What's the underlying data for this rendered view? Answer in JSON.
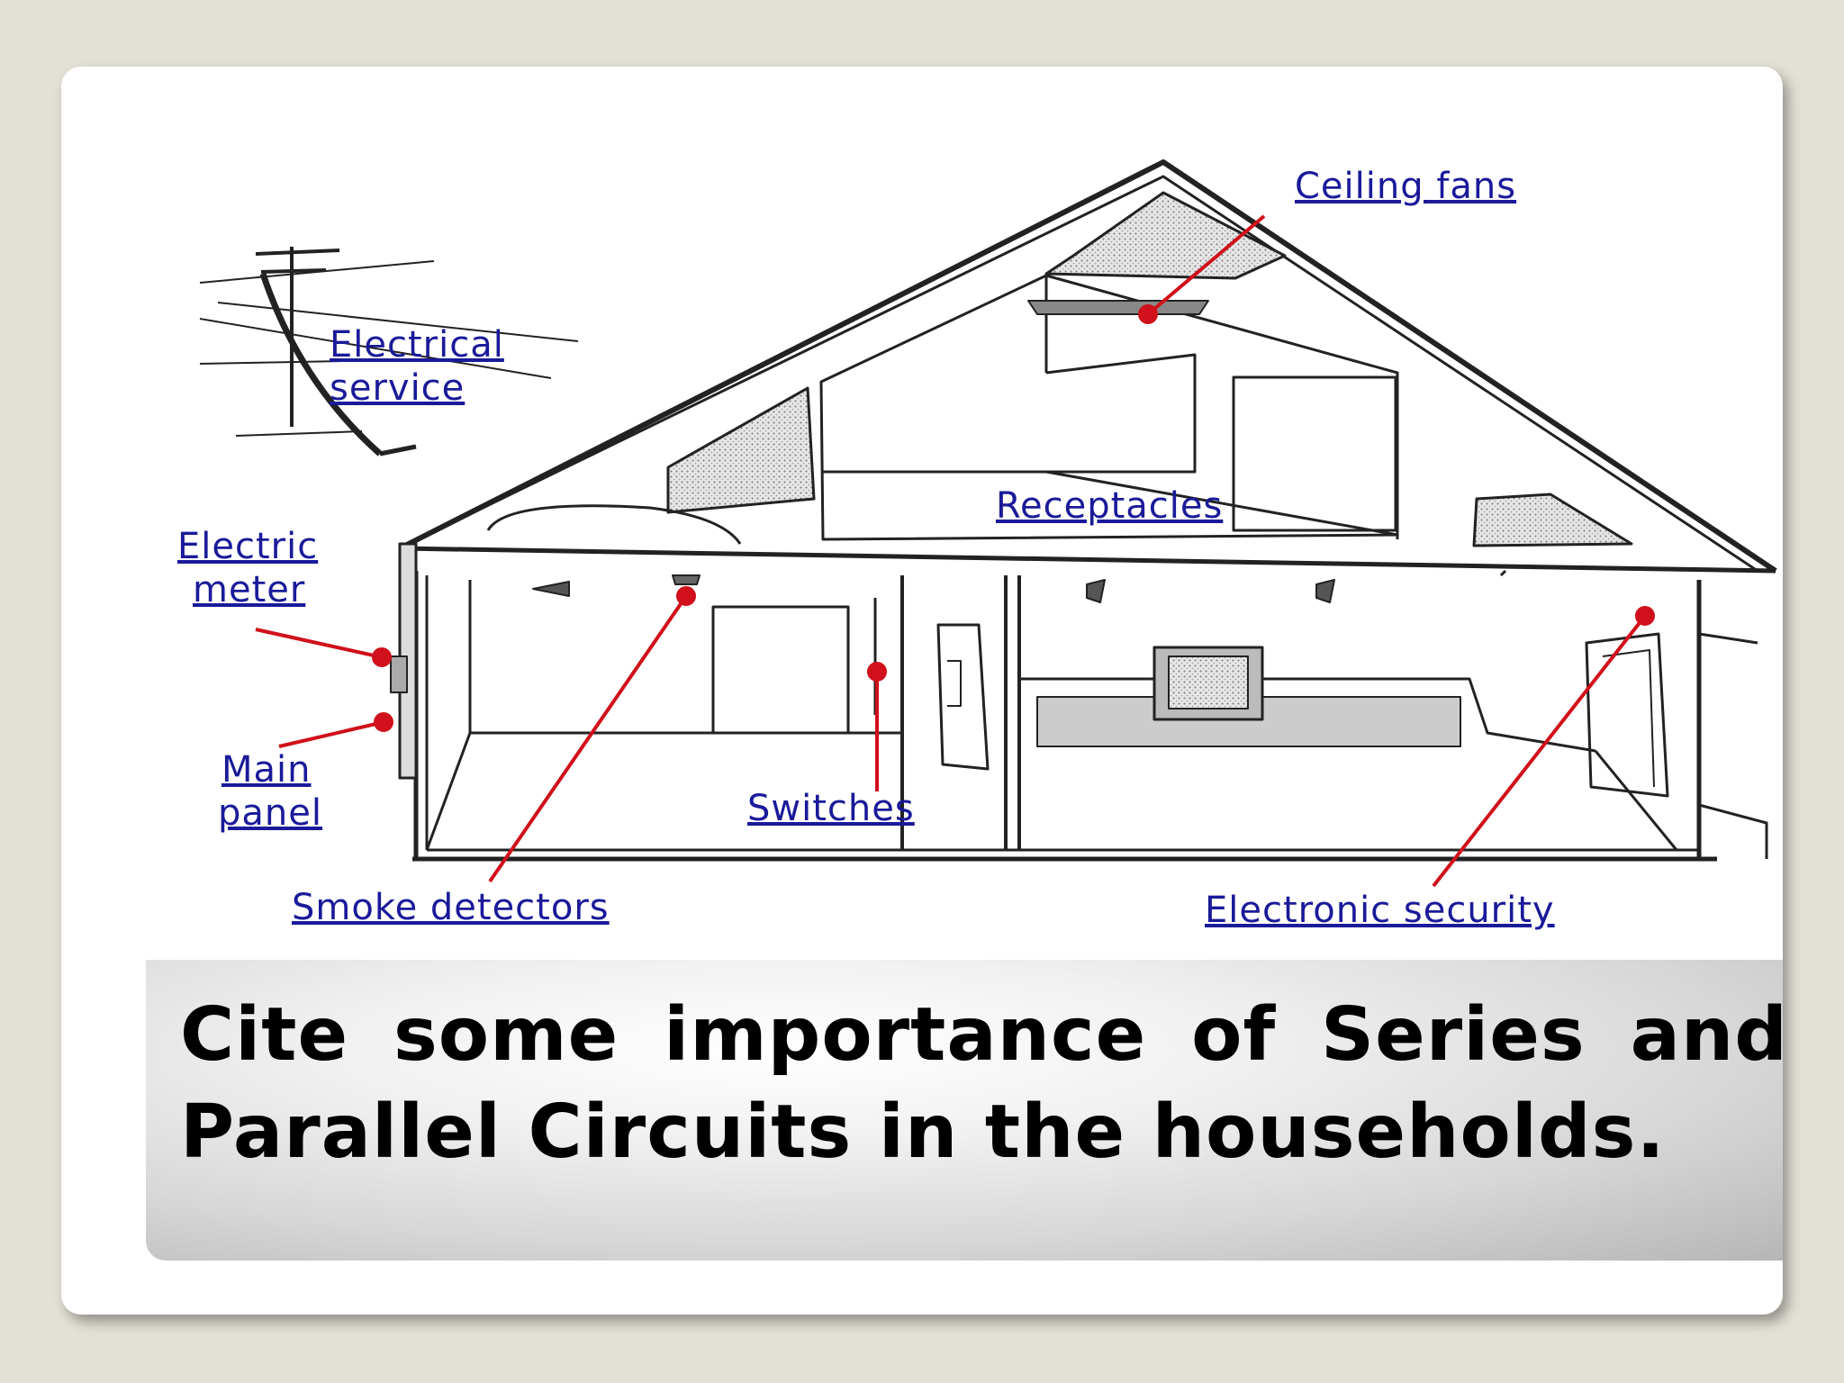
{
  "diagram": {
    "labels": {
      "ceiling_fans": "Ceiling fans",
      "electrical_service_1": "Electrical",
      "electrical_service_2": "service",
      "receptacles": "Receptacles",
      "electric_meter_1": "Electric",
      "electric_meter_2": "meter",
      "main_panel_1": "Main",
      "main_panel_2": "panel",
      "switches": "Switches",
      "smoke_detectors": "Smoke detectors",
      "electronic_security": "Electronic security"
    },
    "label_color": "#1a1a9a",
    "pointer_color": "#d0101a"
  },
  "caption": {
    "text": "Cite some importance of Series and Parallel Circuits in the households."
  }
}
